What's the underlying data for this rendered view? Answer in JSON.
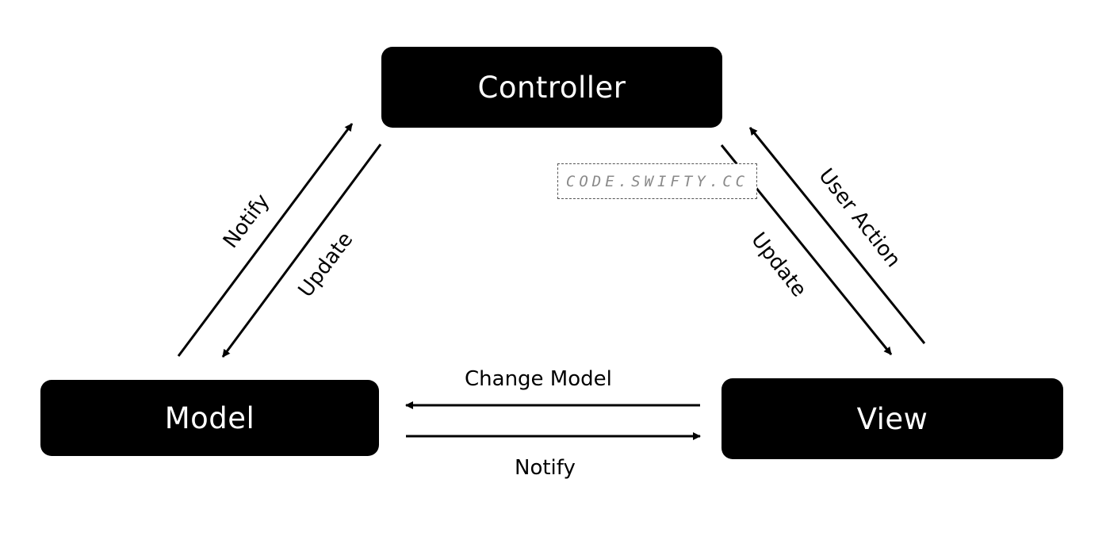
{
  "nodes": {
    "controller": "Controller",
    "model": "Model",
    "view": "View"
  },
  "edges": {
    "model_to_controller": "Notify",
    "controller_to_model": "Update",
    "controller_to_view": "Update",
    "view_to_controller": "User Action",
    "view_to_model": "Change Model",
    "model_to_view": "Notify"
  },
  "watermark": "CODE.SWIFTY.CC",
  "colors": {
    "node_fill": "#000000",
    "node_text": "#ffffff",
    "arrow": "#000000",
    "background": "#ffffff"
  }
}
